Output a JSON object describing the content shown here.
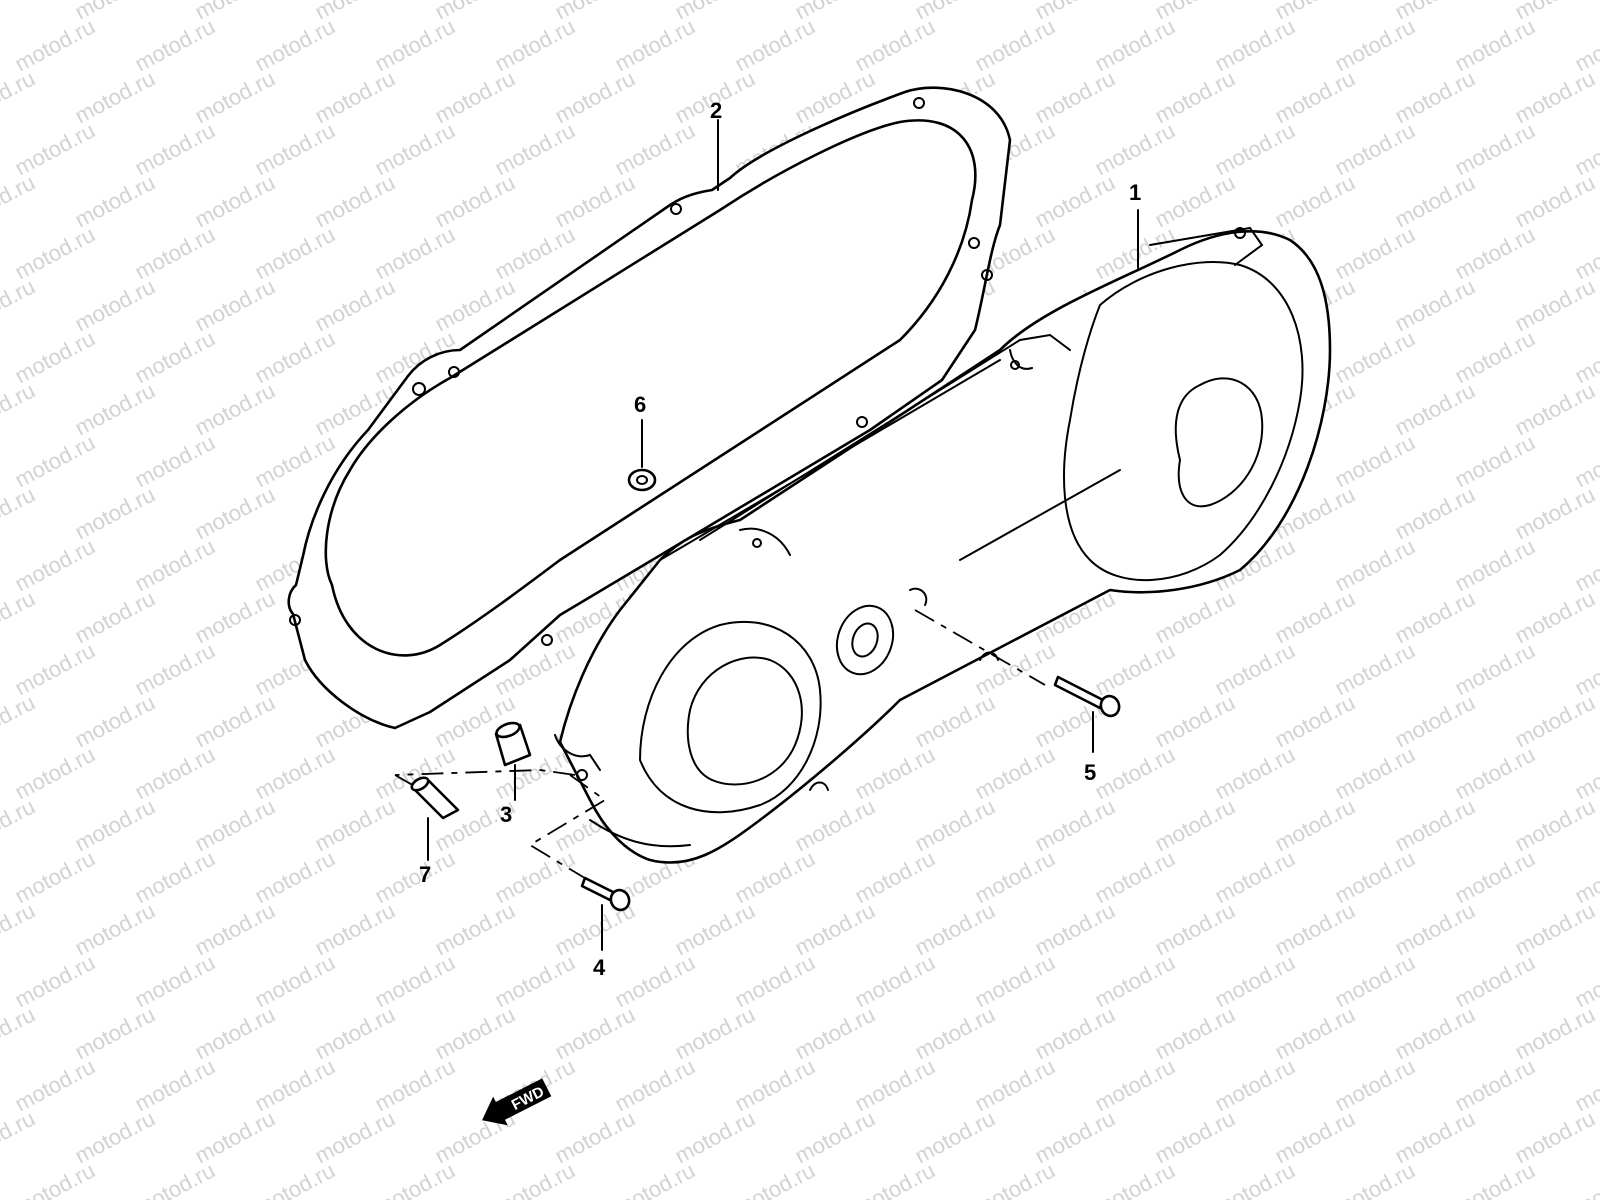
{
  "watermark": "motod.ru",
  "callouts": {
    "c1": "1",
    "c2": "2",
    "c3": "3",
    "c4": "4",
    "c5": "5",
    "c6": "6",
    "c7": "7"
  },
  "fwd_label": "FWD",
  "colors": {
    "line": "#000000",
    "watermark": "#d2d2d2",
    "background": "#ffffff"
  }
}
